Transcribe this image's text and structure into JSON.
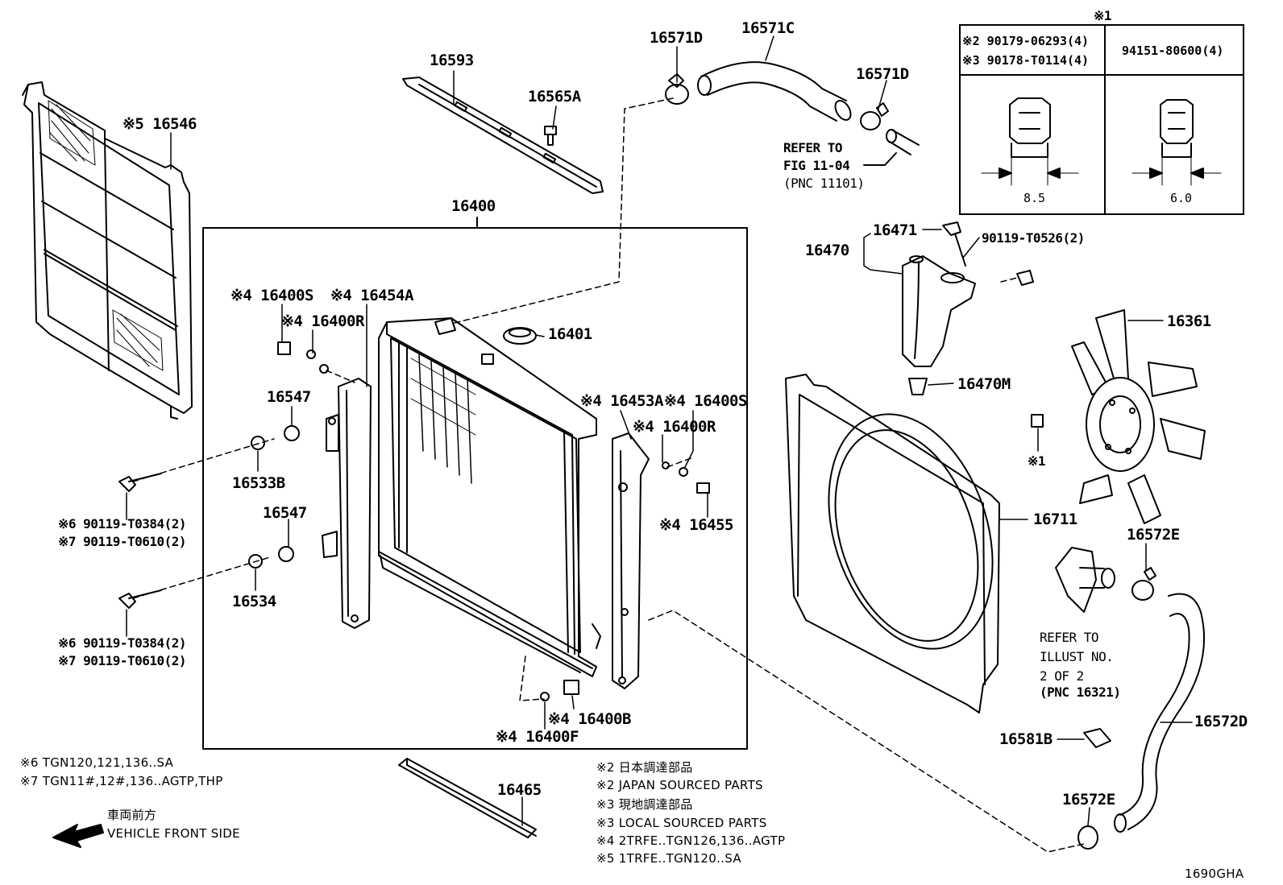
{
  "parts": {
    "p16546": "※5 16546",
    "p16593": "16593",
    "p16565A": "16565A",
    "p16571D_a": "16571D",
    "p16571C": "16571C",
    "p16571D_b": "16571D",
    "refer_fig_1": "REFER TO",
    "refer_fig_2": "FIG 11-04",
    "refer_fig_3": "(PNC 11101)",
    "p16400": "16400",
    "p16400S_a": "※4 16400S",
    "p16454A": "※4 16454A",
    "p16400R_a": "※4 16400R",
    "p16401": "16401",
    "p16547_a": "16547",
    "p16533B": "16533B",
    "p16547_b": "16547",
    "p16534": "16534",
    "bolt_a_1": "※6 90119-T0384(2)",
    "bolt_a_2": "※7 90119-T0610(2)",
    "bolt_b_1": "※6 90119-T0384(2)",
    "bolt_b_2": "※7 90119-T0610(2)",
    "p16453A": "※4 16453A",
    "p16400S_b": "※4 16400S",
    "p16400R_b": "※4 16400R",
    "p16455": "※4 16455",
    "p16400B": "※4 16400B",
    "p16400F": "※4 16400F",
    "p16465": "16465",
    "p16470": "16470",
    "p16471": "16471",
    "p90119_T0526": "90119-T0526(2)",
    "p16470M": "16470M",
    "p16361": "16361",
    "mark1": "※1",
    "p16711": "16711",
    "p16572E_a": "16572E",
    "refer_ill_1": "REFER TO",
    "refer_ill_2": "ILLUST NO.",
    "refer_ill_3": "2 OF 2",
    "refer_ill_4": "(PNC 16321)",
    "p16572D": "16572D",
    "p16581B": "16581B",
    "p16572E_b": "16572E",
    "fig_code": "1690GHA"
  },
  "table": {
    "header_mark": "※1",
    "left_head_1": "※2 90179-06293(4)",
    "left_head_2": "※3 90178-T0114(4)",
    "right_head": "94151-80600(4)",
    "left_dim": "8.5",
    "right_dim": "6.0"
  },
  "notes_left": {
    "n6": "※6 TGN120,121,136..SA",
    "n7": "※7 TGN11#,12#,136..AGTP,THP"
  },
  "notes_bottom": {
    "l1": "※2 日本調達部品",
    "l2": "※2 JAPAN SOURCED PARTS",
    "l3": "※3 現地調達部品",
    "l4": "※3 LOCAL SOURCED PARTS",
    "l5": "※4 2TRFE..TGN126,136..AGTP",
    "l6": "※5 1TRFE..TGN120..SA"
  },
  "front": {
    "jp": "車両前方",
    "en": "VEHICLE FRONT SIDE"
  }
}
